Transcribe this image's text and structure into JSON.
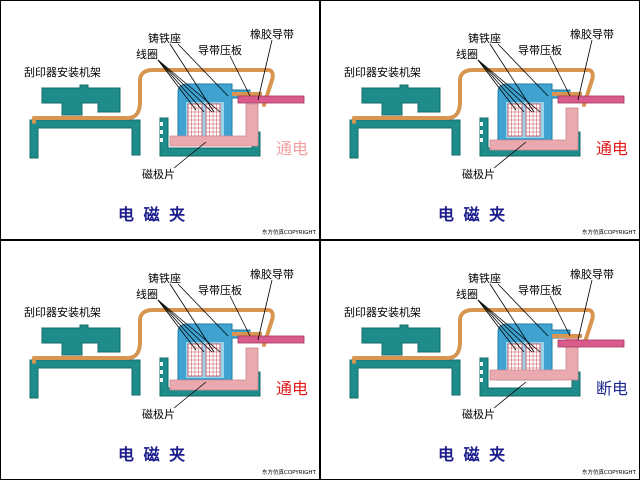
{
  "colors": {
    "frame_teal": "#1e8c8a",
    "core_blue": "#3ea3d0",
    "core_inner": "#9ad3ea",
    "copper": "#d89550",
    "plate_pink": "#e9a9ae",
    "rubber_tape": "#d95b8b",
    "coil_grid": "#c94b52",
    "title_blue": "#1b1d8c",
    "status_on_light": "#f0a0a0",
    "status_on": "#e01818",
    "status_off": "#1d2a8f"
  },
  "panels": [
    {
      "labels": {
        "frame": "刮印器安装机架",
        "cast_iron": "铸铁座",
        "coil": "线圈",
        "guide_plate": "导带压板",
        "rubber_guide": "橡胶导带",
        "magnet_plate": "磁极片"
      },
      "status": "通电",
      "status_color": "#f0a0a0",
      "state": "on_start",
      "title": "电 磁 夹",
      "copyright": "东方仿真COPYRIGHT"
    },
    {
      "labels": {
        "frame": "刮印器安装机架",
        "cast_iron": "铸铁座",
        "coil": "线圈",
        "guide_plate": "导带压板",
        "rubber_guide": "橡胶导带",
        "magnet_plate": "磁极片"
      },
      "status": "通电",
      "status_color": "#e01818",
      "state": "on_mid",
      "title": "电 磁 夹",
      "copyright": "东方仿真COPYRIGHT"
    },
    {
      "labels": {
        "frame": "刮印器安装机架",
        "cast_iron": "铸铁座",
        "coil": "线圈",
        "guide_plate": "导带压板",
        "rubber_guide": "橡胶导带",
        "magnet_plate": "磁极片"
      },
      "status": "通电",
      "status_color": "#e01818",
      "state": "on_clamped",
      "title": "电 磁 夹",
      "copyright": "东方仿真COPYRIGHT"
    },
    {
      "labels": {
        "frame": "刮印器安装机架",
        "cast_iron": "铸铁座",
        "coil": "线圈",
        "guide_plate": "导带压板",
        "rubber_guide": "橡胶导带",
        "magnet_plate": "磁极片"
      },
      "status": "断电",
      "status_color": "#1d2a8f",
      "state": "off",
      "title": "电 磁 夹",
      "copyright": "东方仿真COPYRIGHT"
    }
  ]
}
